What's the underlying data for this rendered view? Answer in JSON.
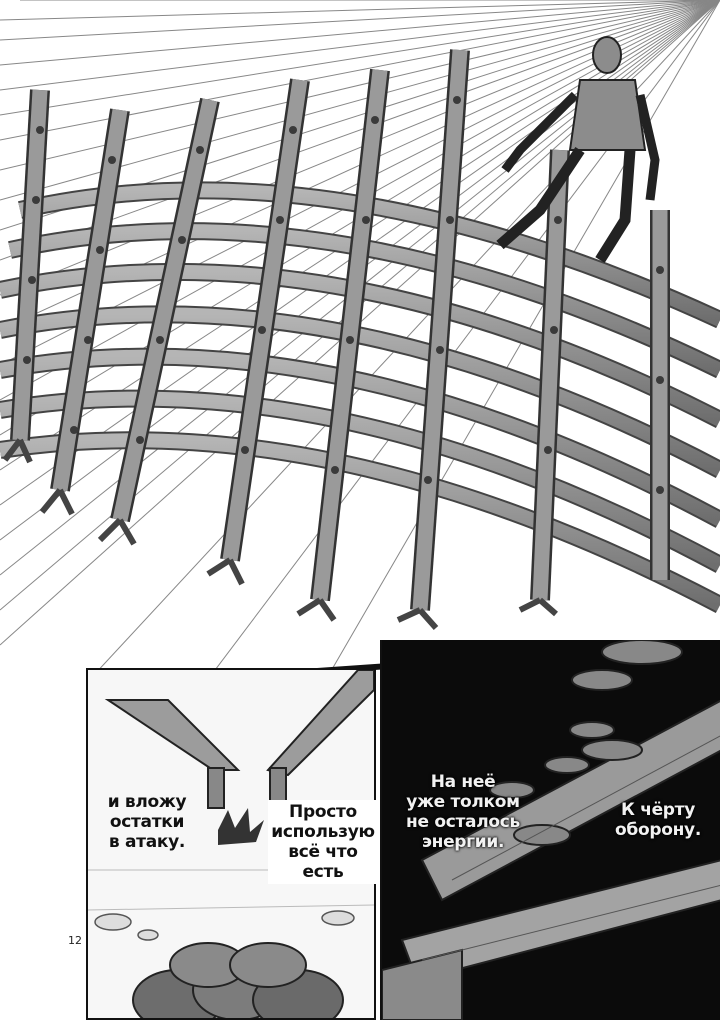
{
  "page_number": "12",
  "dialogue": {
    "left_bubble": [
      "и вложу",
      "остатки",
      "в атаку."
    ],
    "center_bubble": [
      "Просто",
      "использую",
      "всё что",
      "есть"
    ],
    "dark_bubble_left": [
      "На неё",
      "уже толком",
      "не осталось",
      "энергии."
    ],
    "dark_bubble_right": [
      "К чёрту",
      "оборону."
    ]
  },
  "colors": {
    "panel_dark": "#0b0b0b",
    "plate_gray": "#8a8a8a",
    "speed_lines": "#555555"
  }
}
